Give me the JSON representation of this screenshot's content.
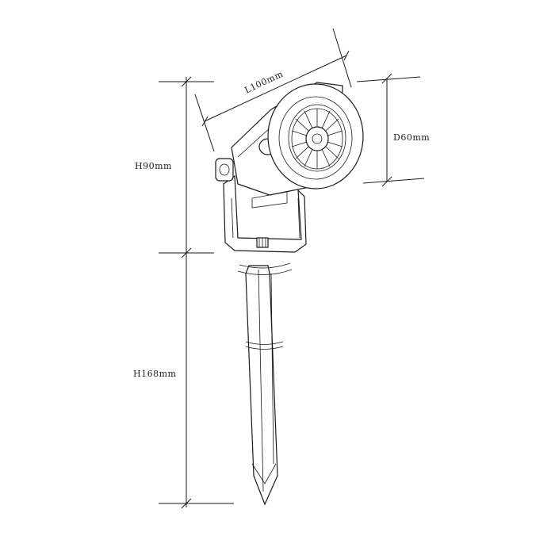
{
  "dimensions": {
    "length": "L100mm",
    "diameter": "D60mm",
    "height_head": "H90mm",
    "height_spike": "H168mm"
  }
}
